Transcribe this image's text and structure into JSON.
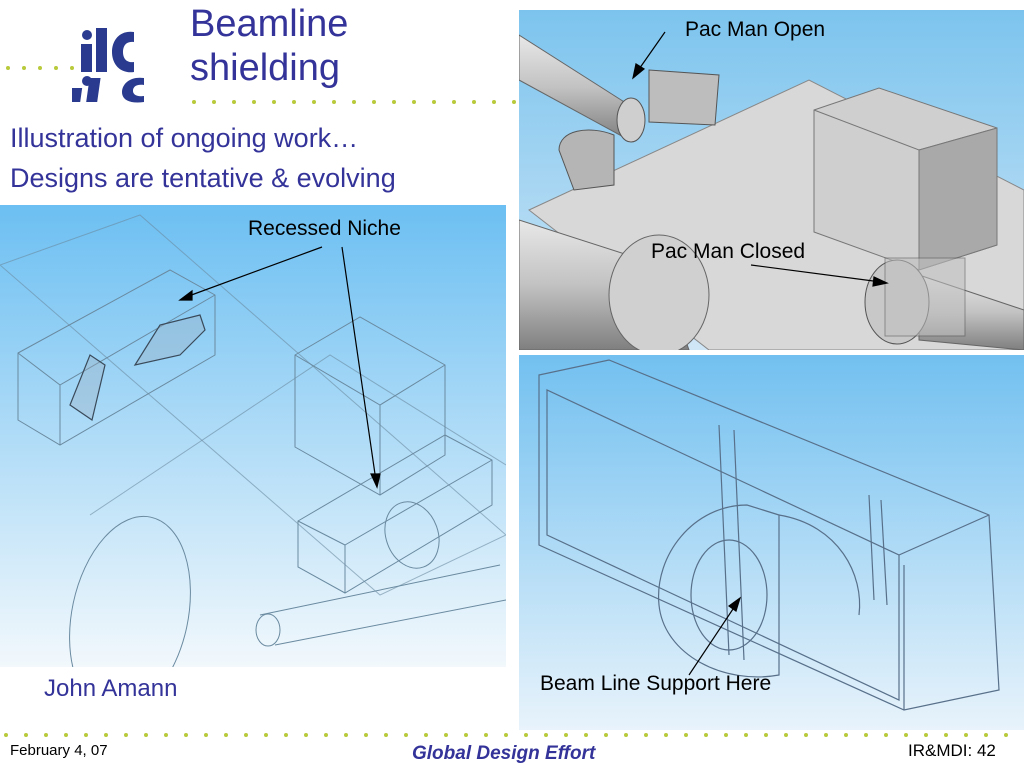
{
  "slide": {
    "logo_text": "ilc",
    "title": "Beamline shielding",
    "subtitle_line1": "Illustration of ongoing work…",
    "subtitle_line2": "Designs are tentative & evolving",
    "author": "John Amann"
  },
  "panels": {
    "top_right": {
      "label_open": "Pac Man Open",
      "label_closed": "Pac Man Closed"
    },
    "left": {
      "label_niche": "Recessed Niche"
    },
    "bottom_right": {
      "label_support": "Beam Line Support Here"
    }
  },
  "footer": {
    "date": "February 4, 07",
    "center": "Global Design Effort",
    "page": "IR&MDI: 42"
  },
  "colors": {
    "accent_text": "#333399",
    "dot_green": "#b8c93a",
    "logo_blue": "#2a3b8f"
  }
}
